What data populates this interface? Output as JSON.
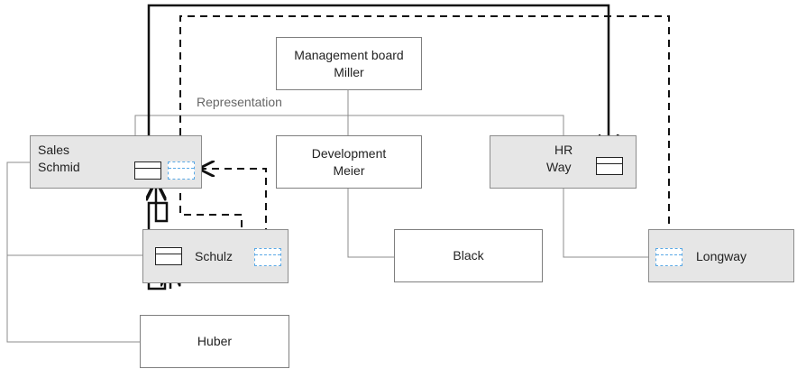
{
  "diagram": {
    "management": {
      "line1": "Management board",
      "line2": "Miller"
    },
    "representation_label": "Representation",
    "sales": {
      "line1": "Sales",
      "line2": "Schmid"
    },
    "development": {
      "line1": "Development",
      "line2": "Meier"
    },
    "hr": {
      "line1": "HR",
      "line2": "Way"
    },
    "schulz": {
      "label": "Schulz"
    },
    "black": {
      "label": "Black"
    },
    "longway": {
      "label": "Longway"
    },
    "huber": {
      "label": "Huber"
    }
  },
  "colors": {
    "box_fill_gray": "#e6e6e6",
    "line_gray": "#8c8c8c",
    "arrow_dark": "#111111",
    "placeholder_blue": "#5aa9e6"
  }
}
